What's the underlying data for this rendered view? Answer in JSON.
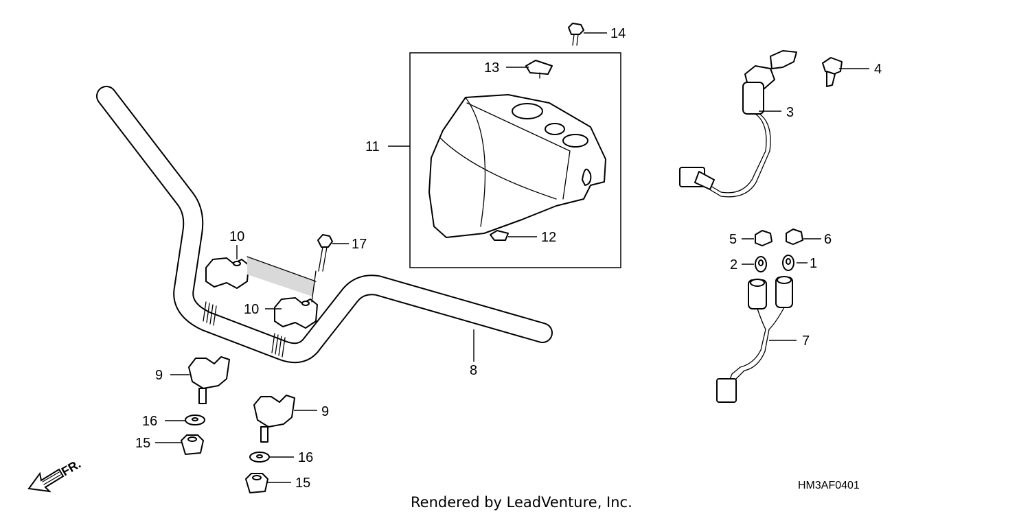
{
  "diagram": {
    "callouts": [
      "1",
      "2",
      "3",
      "4",
      "5",
      "6",
      "7",
      "8",
      "9",
      "9",
      "10",
      "10",
      "11",
      "12",
      "13",
      "14",
      "15",
      "15",
      "16",
      "16",
      "17"
    ],
    "direction_label": "FR.",
    "diagram_code": "HM3AF0401",
    "footer": "Rendered by LeadVenture, Inc."
  }
}
